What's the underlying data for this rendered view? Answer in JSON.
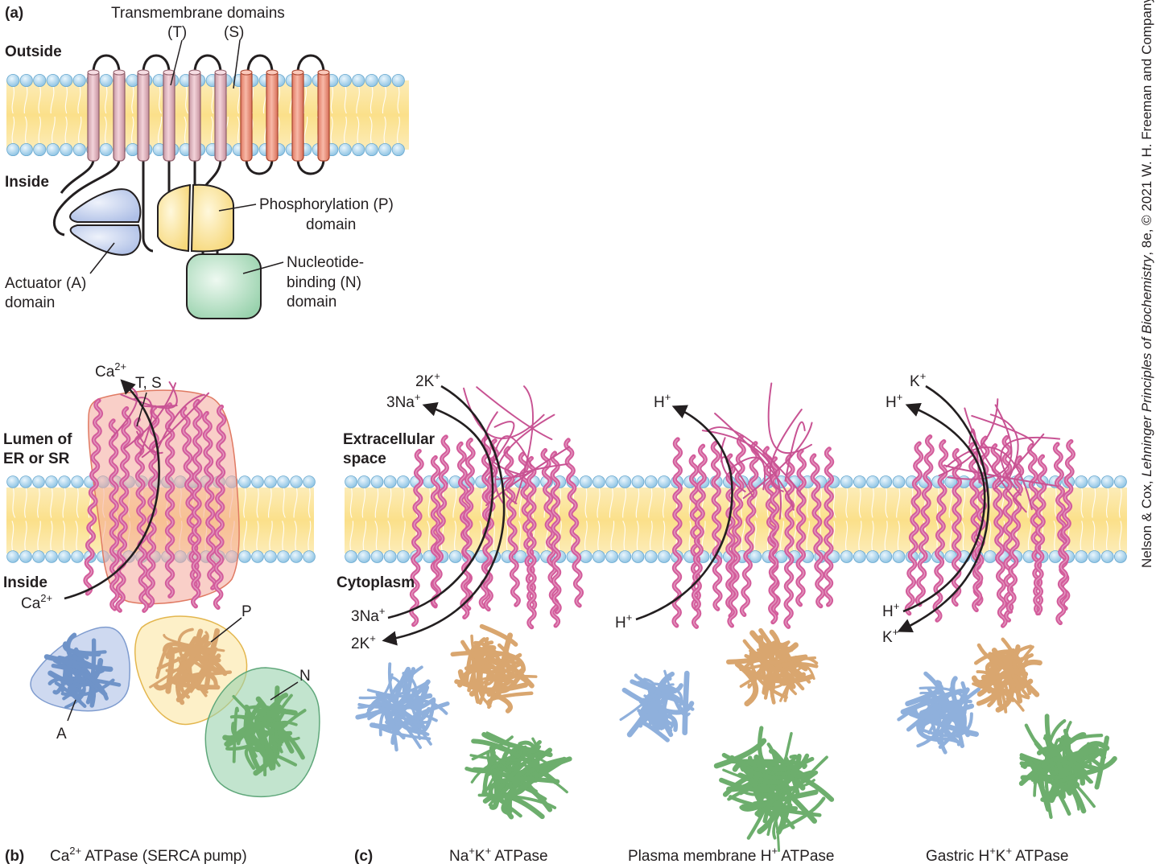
{
  "panel_a": {
    "letter": "(a)",
    "outside": "Outside",
    "inside": "Inside",
    "tm_title": "Transmembrane domains",
    "tm_t": "(T)",
    "tm_s": "(S)",
    "phos_line1": "Phosphorylation (P)",
    "phos_line2": "domain",
    "nuc_line1": "Nucleotide-",
    "nuc_line2": "binding (N)",
    "nuc_line3": "domain",
    "act_line1": "Actuator (A)",
    "act_line2": "domain"
  },
  "panel_b": {
    "letter": "(b)",
    "caption_ca": "Ca",
    "caption_sup": "2+",
    "caption_rest": " ATPase (SERCA pump)",
    "lumen_line1": "Lumen of",
    "lumen_line2": "ER or SR",
    "inside": "Inside",
    "ca_top": "Ca",
    "ca_top_sup": "2+",
    "ca_bottom": "Ca",
    "ca_bottom_sup": "2+",
    "ts": "T, S",
    "p": "P",
    "n": "N",
    "a": "A"
  },
  "panel_c": {
    "letter": "(c)",
    "extra_line1": "Extracellular",
    "extra_line2": "space",
    "cytoplasm": "Cytoplasm",
    "nak": {
      "caption_na": "Na",
      "caption_k": "K",
      "caption_rest": " ATPase",
      "sup": "+",
      "top_k": "2K",
      "top_na": "3Na",
      "bottom_na": "3Na",
      "bottom_k": "2K"
    },
    "h": {
      "caption": "Plasma membrane H",
      "caption_rest": " ATPase",
      "sup": "+",
      "top": "H",
      "bottom": "H"
    },
    "hk": {
      "caption_h": "Gastric H",
      "caption_k": "K",
      "caption_rest": " ATPase",
      "sup": "+",
      "top_k": "K",
      "top_h": "H",
      "bottom_h": "H",
      "bottom_k": "K"
    }
  },
  "credit": {
    "pre": "Nelson & Cox, ",
    "title": "Lehninger Principles of Biochemistry",
    "post": ", 8e, © 2021 W. H. Freeman and Company"
  },
  "colors": {
    "membrane": "#fbe5a0",
    "head": "#a8d4ee",
    "helix_t": "#e7bfc8",
    "helix_s": "#f2a08e",
    "actuator": "#c6d3ee",
    "phosphorylation": "#fbe39a",
    "nucleotide": "#b3dfc2",
    "magenta": "#d35c9b",
    "tan": "#d9a66f",
    "blue": "#8fb0dc",
    "green": "#6dae6d"
  }
}
